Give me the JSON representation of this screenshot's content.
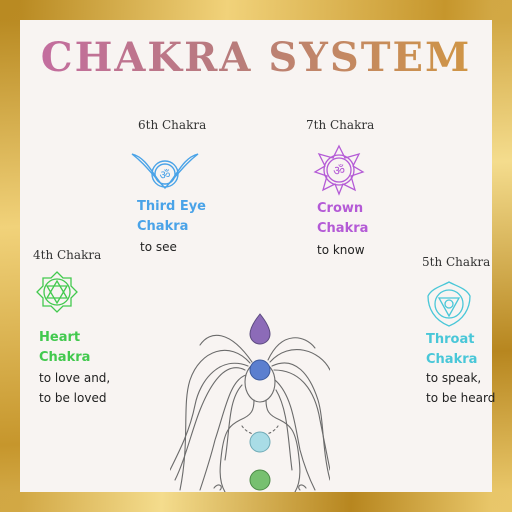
{
  "title": "CHAKRA SYSTEM",
  "colors": {
    "frame_gold": "#c99a2e",
    "third_eye": "#4aa3e8",
    "crown": "#b45ad6",
    "heart": "#42c94e",
    "throat": "#49c7d8"
  },
  "chakras": [
    {
      "label": "6th Chakra",
      "name_line1": "Third Eye",
      "name_line2": "Chakra",
      "desc_line1": "to see",
      "desc_line2": "",
      "icon": "third-eye-chakra-icon"
    },
    {
      "label": "7th Chakra",
      "name_line1": "Crown",
      "name_line2": "Chakra",
      "desc_line1": "to know",
      "desc_line2": "",
      "icon": "crown-chakra-icon"
    },
    {
      "label": "4th Chakra",
      "name_line1": "Heart",
      "name_line2": "Chakra",
      "desc_line1": "to love and,",
      "desc_line2": "to be loved",
      "icon": "heart-chakra-icon"
    },
    {
      "label": "5th Chakra",
      "name_line1": "Throat",
      "name_line2": "Chakra",
      "desc_line1": "to speak,",
      "desc_line2": "to be heard",
      "icon": "throat-chakra-icon"
    }
  ]
}
